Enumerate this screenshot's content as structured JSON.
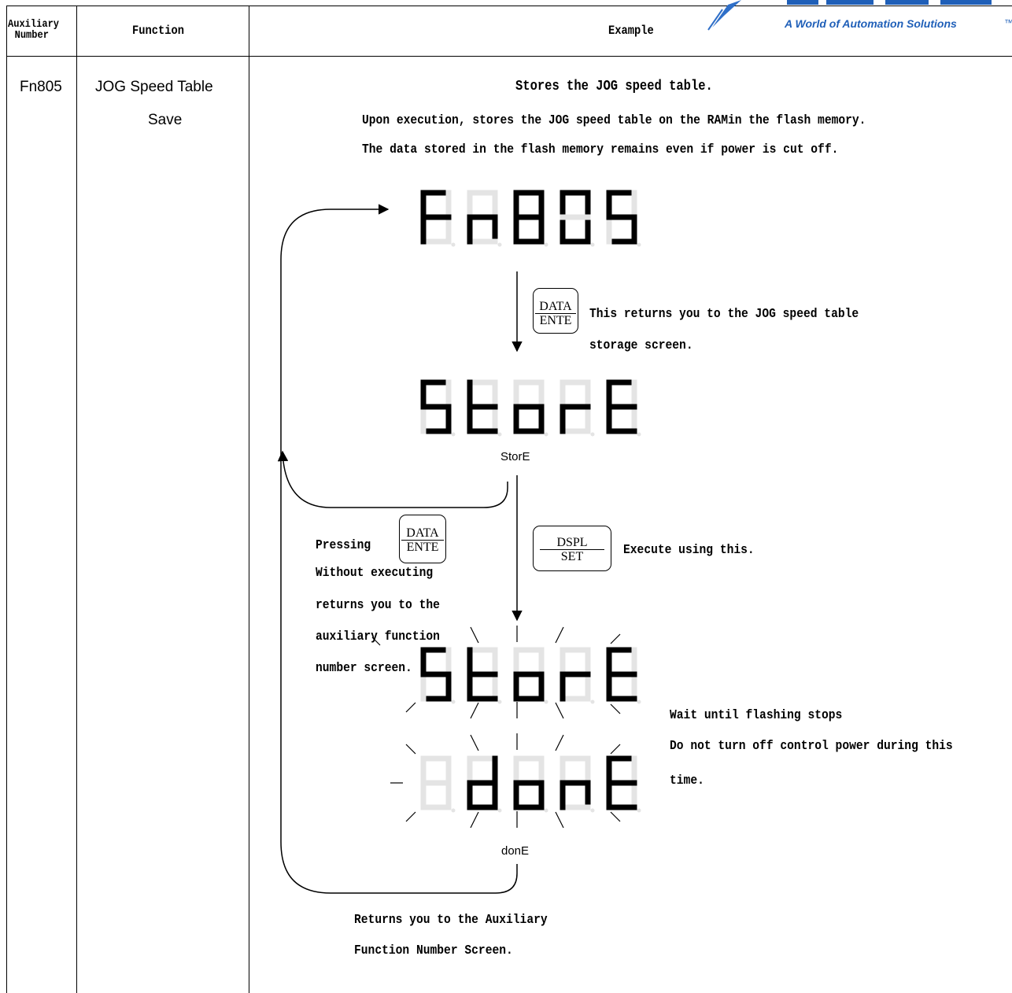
{
  "header": {
    "col1": "Auxiliary\nNumber",
    "col1_line1": "Auxiliary",
    "col1_line2": "Number",
    "col2": "Function",
    "col3": "Example",
    "logo_text": "A World of Automation Solutions"
  },
  "row": {
    "number": "Fn805",
    "function_line1": "JOG Speed Table",
    "function_line2": "Save"
  },
  "example": {
    "title": "Stores the JOG speed table.",
    "desc1": "Upon execution, stores the JOG speed table on the RAMin the flash memory.",
    "desc2": "The data stored in the flash memory remains even if power is cut off.",
    "display1": "Fn805",
    "display2": "StorE",
    "display2_caption": "StorE",
    "display3": "StorE",
    "display4": "donE",
    "display4_caption": "donE",
    "key_data_top": "DATA",
    "key_data_bottom": "ENTE",
    "key_dspl_top": "DSPL",
    "key_dspl_bottom": "SET",
    "note_return1": "This returns you to the JOG speed table",
    "note_return2": "storage screen.",
    "note_execute": "Execute using this.",
    "pressing_1": "Pressing",
    "pressing_2": "Without    executing",
    "pressing_3": "returns you to the",
    "pressing_4": "auxiliary  function",
    "pressing_5": "number screen.",
    "wait_1": "Wait until flashing stops",
    "wait_2": "Do not turn off control power during this",
    "wait_3": "time.",
    "returns_1": "Returns you to the Auxiliary",
    "returns_2": "Function Number Screen."
  }
}
